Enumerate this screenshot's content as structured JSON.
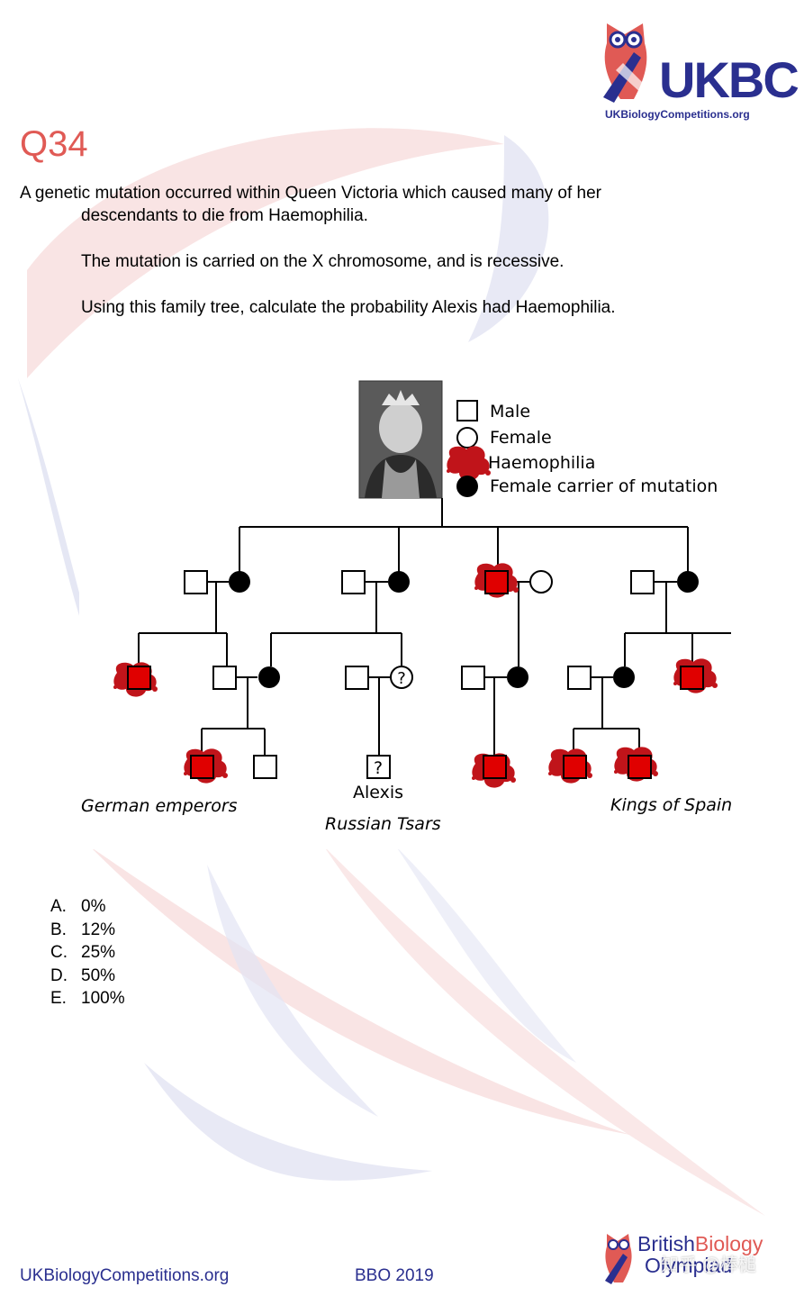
{
  "header": {
    "logo_text": "UKBC",
    "logo_url": "UKBiologyCompetitions.org",
    "question_number": "Q34"
  },
  "question": {
    "line1": "A genetic mutation occurred within Queen Victoria which caused many of her",
    "line2": "descendants to die from Haemophilia.",
    "line3": "The mutation is carried on the X chromosome, and is recessive.",
    "line4": "Using this family tree, calculate the probability Alexis had Haemophilia."
  },
  "pedigree": {
    "legend": {
      "male": "Male",
      "female": "Female",
      "haemophilia": "Haemophilia",
      "carrier": "Female carrier of mutation"
    },
    "labels": {
      "german": "German emperors",
      "russian": "Russian Tsars",
      "spain": "Kings of Spain",
      "alexis": "Alexis"
    },
    "unknown_mark": "?"
  },
  "options": [
    {
      "letter": "A.",
      "text": "0%"
    },
    {
      "letter": "B.",
      "text": "12%"
    },
    {
      "letter": "C.",
      "text": "25%"
    },
    {
      "letter": "D.",
      "text": "50%"
    },
    {
      "letter": "E.",
      "text": "100%"
    }
  ],
  "footer": {
    "url": "UKBiologyCompetitions.org",
    "competition": "BBO 2019",
    "logo_line1_a": "British",
    "logo_line1_b": "Biology",
    "logo_line2": "Olympiad",
    "watermark": "知乎 @棒槌"
  },
  "colors": {
    "accent_red": "#e05a55",
    "brand_blue": "#2a2f8f",
    "blood_red": "#c0141a"
  }
}
